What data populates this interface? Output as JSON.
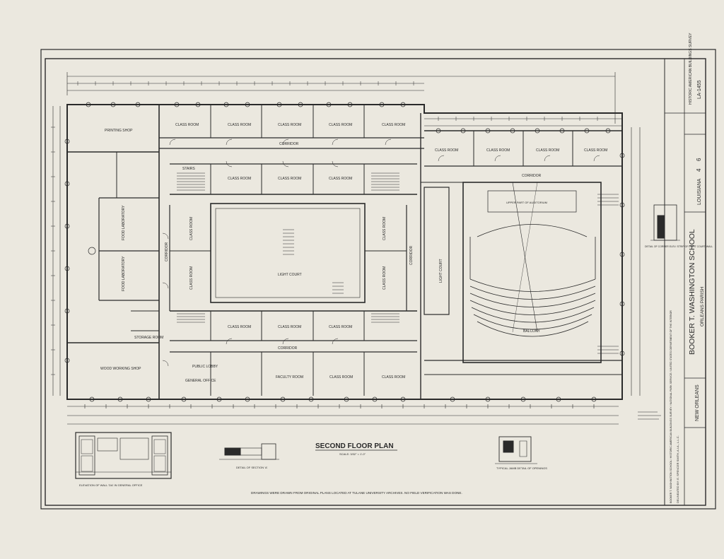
{
  "drawing": {
    "title": "SECOND   FLOOR   PLAN",
    "scale": "SCALE: 3/32\" = 1'-0\"",
    "note": "DRAWINGS WERE DRAWN FROM ORIGINAL PLANS LOCATED AT TULANE UNIVERSITY ARCHIVES. NO FIELD VERIFICATION WAS DONE."
  },
  "title_block": {
    "building": "BOOKER T. WASHINGTON SCHOOL",
    "parish": "ORLEANS PARISH",
    "city": "NEW ORLEANS",
    "state": "LOUISIANA",
    "survey": "HISTORIC AMERICAN BUILDINGS SURVEY",
    "survey_no": "LA-1455",
    "sheet": "4",
    "of": "6",
    "delineator": "DELINEATED BY: E. SPENCER SMITH, A.I.A., L.L.C.",
    "credits": "BOOKER T. WASHINGTON SCHOOL / HISTORIC AMERICAN BUILDINGS SURVEY / NATIONAL PARK SERVICE / UNITED STATES DEPARTMENT OF THE INTERIOR"
  },
  "rooms": {
    "printing_shop": "PRINTING SHOP",
    "class_room": "CLASS ROOM",
    "corridor": "CORRIDOR",
    "stairs": "STAIRS",
    "light_court": "LIGHT COURT",
    "food_laboratory": "FOOD LABORATORY",
    "storage_room": "STORAGE ROOM",
    "wood_working_shop": "WOOD WORKING SHOP",
    "public_lobby": "PUBLIC LOBBY",
    "general_office": "GENERAL OFFICE",
    "faculty_room": "FACULTY ROOM",
    "upper_part_of_auditorium": "UPPER PART OF AUDITORIUM",
    "balcony": "BALCONY"
  },
  "details": {
    "corner_detail": "DETAIL OF CORNER ELEV. STRIP OF LIGHT COURT WALL",
    "section_detail": "DETAIL OF SECTION 'A'",
    "jamb_detail": "TYPICAL JAMB DETAIL OF OPENINGS",
    "office_elevation": "ELEVATION OF WALL 'DA' IN GENERAL OFFICE"
  },
  "colors": {
    "paper": "#ebe8df",
    "ink": "#2a2a2a"
  }
}
